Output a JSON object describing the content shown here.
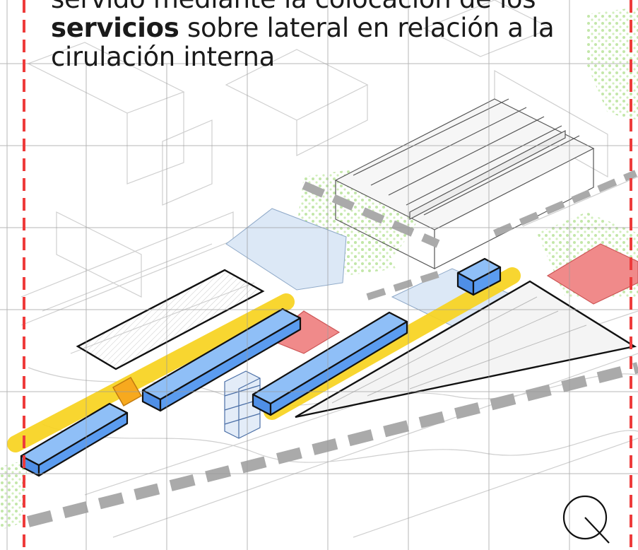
{
  "caption": {
    "line1": "servido mediante la colocación de los",
    "line2_bold": "servicios",
    "line2_rest": " sobre lateral en relación a la",
    "line3": "cirulación interna"
  },
  "legend": {
    "services_color": "#5b9cf0",
    "circulation_color": "#f7d21e",
    "roof_color": "#dce8f6",
    "highlight_red": "#f08a8a",
    "boundary_color": "#ee3b3b",
    "greenery_color": "#b8e39a"
  },
  "icons": {
    "north": "north-arrow-icon"
  }
}
